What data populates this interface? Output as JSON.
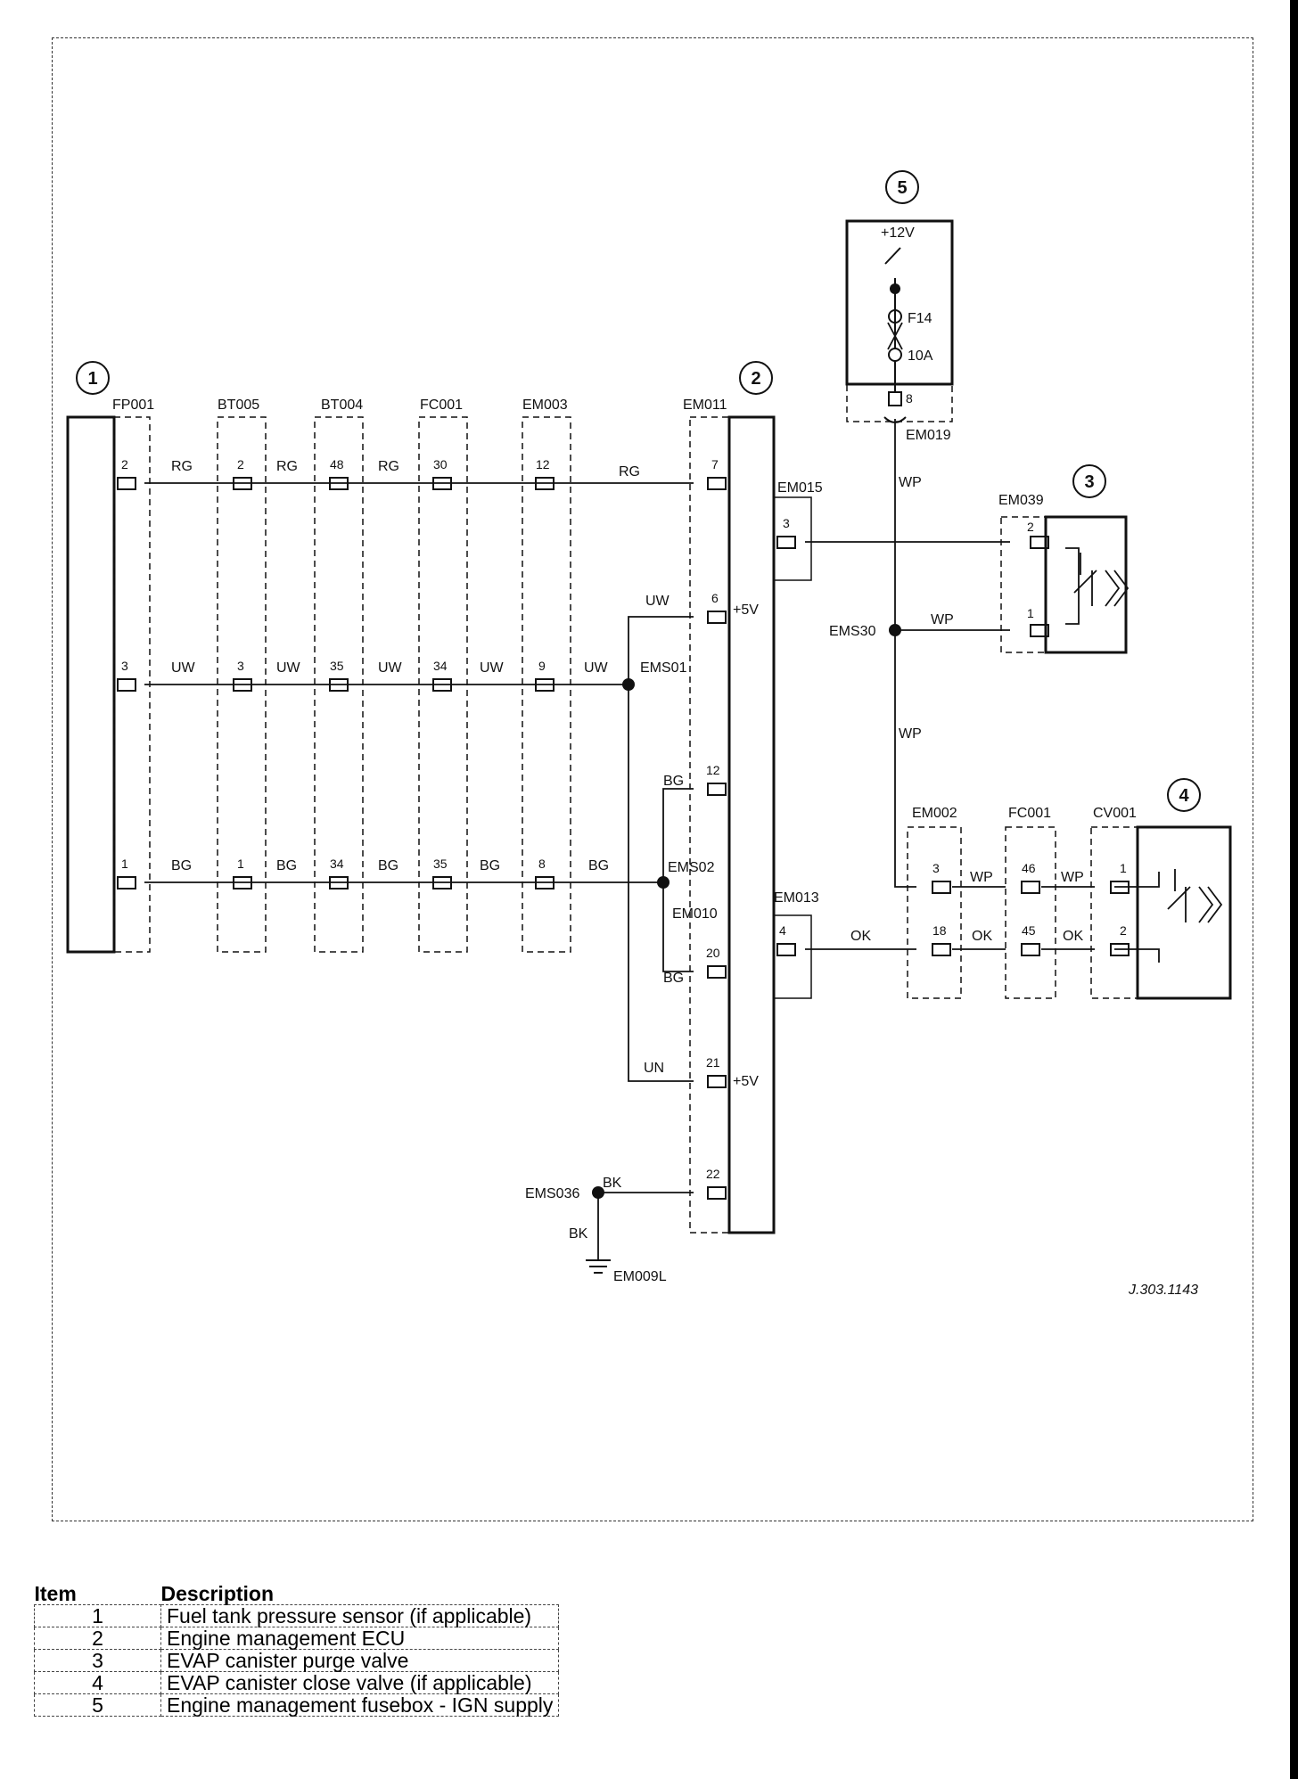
{
  "drawing_ref": "J.303.1143",
  "items": [
    {
      "num": "1",
      "label": "1"
    },
    {
      "num": "2",
      "label": "2"
    },
    {
      "num": "3",
      "label": "3"
    },
    {
      "num": "4",
      "label": "4"
    },
    {
      "num": "5",
      "label": "5"
    }
  ],
  "fusebox": {
    "supply": "+12V",
    "fuse": "F14",
    "rating": "10A"
  },
  "connectors": {
    "fp001": "FP001",
    "bt005": "BT005",
    "bt004": "BT004",
    "fc001a": "FC001",
    "em003": "EM003",
    "em011": "EM011",
    "em015": "EM015",
    "em019": "EM019",
    "em039": "EM039",
    "em002": "EM002",
    "fc001b": "FC001",
    "cv001": "CV001",
    "em013": "EM013",
    "em010": "EM010",
    "em009l": "EM009L"
  },
  "splices": {
    "ems01": "EMS01",
    "ems02": "EMS02",
    "ems30": "EMS30",
    "ems036": "EMS036"
  },
  "ecu": {
    "ref5v_a": "+5V",
    "ref5v_b": "+5V"
  },
  "wires": {
    "rg": "RG",
    "uw": "UW",
    "bg": "BG",
    "wp": "WP",
    "ok": "OK",
    "un": "UN",
    "bk": "BK"
  },
  "pins": {
    "r1": [
      "2",
      "2",
      "48",
      "30",
      "12",
      "7"
    ],
    "r2": [
      "3",
      "3",
      "35",
      "34",
      "9"
    ],
    "r3": [
      "1",
      "1",
      "34",
      "35",
      "8"
    ],
    "ecu": [
      "6",
      "12",
      "20",
      "21",
      "22"
    ],
    "em015": "3",
    "em013": "4",
    "em019": "8",
    "em039": [
      "2",
      "1"
    ],
    "em002": [
      "3",
      "18"
    ],
    "fc001b": [
      "46",
      "45"
    ],
    "cv001": [
      "1",
      "2"
    ]
  },
  "legend": {
    "col_item": "Item",
    "col_desc": "Description",
    "rows": [
      {
        "num": "1",
        "desc": "Fuel tank pressure sensor (if applicable)"
      },
      {
        "num": "2",
        "desc": "Engine management ECU"
      },
      {
        "num": "3",
        "desc": "EVAP canister purge valve"
      },
      {
        "num": "4",
        "desc": "EVAP canister close valve (if applicable)"
      },
      {
        "num": "5",
        "desc": "Engine management fusebox - IGN supply"
      }
    ]
  }
}
